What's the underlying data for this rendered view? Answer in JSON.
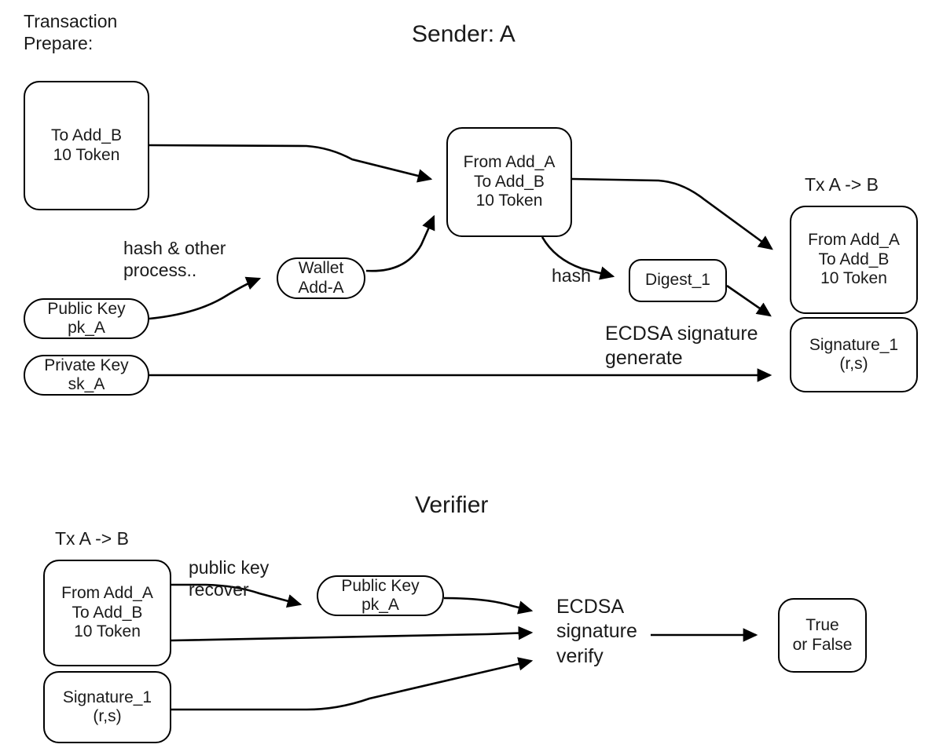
{
  "diagram": {
    "title": "ECDSA transaction signing and verification flow",
    "background_color": "#ffffff",
    "stroke_color": "#000000",
    "text_color": "#1a1a1a"
  },
  "sender_section": {
    "caption": "Transaction\nPrepare:",
    "title": "Sender: A",
    "nodes": {
      "to_add_b": "To Add_B\n10 Token",
      "public_key": "Public Key\npk_A",
      "private_key": "Private Key\nsk_A",
      "wallet": "Wallet\nAdd-A",
      "unsigned_tx": "From Add_A\nTo Add_B\n10 Token",
      "digest": "Digest_1",
      "tx_group_title": "Tx A -> B",
      "signed_tx": "From Add_A\nTo Add_B\n10 Token",
      "signature": "Signature_1\n(r,s)"
    },
    "edge_labels": {
      "hash_other_process": "hash & other\nprocess..",
      "hash": "hash",
      "ecdsa_generate": "ECDSA signature\ngenerate"
    }
  },
  "verifier_section": {
    "title": "Verifier",
    "nodes": {
      "tx_group_title": "Tx A -> B",
      "tx": "From Add_A\nTo Add_B\n10 Token",
      "signature": "Signature_1\n(r,s)",
      "public_key": "Public Key\npk_A",
      "result": "True\nor False"
    },
    "edge_labels": {
      "public_key_recover": "public key\nrecover",
      "ecdsa_verify": "ECDSA\nsignature\nverify"
    }
  }
}
